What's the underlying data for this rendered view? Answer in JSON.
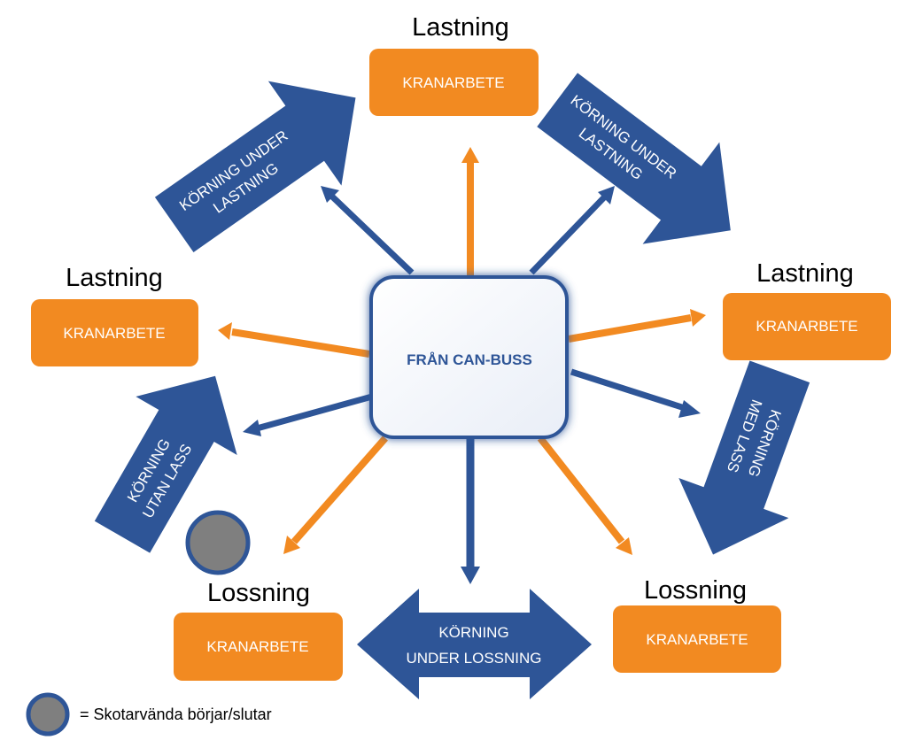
{
  "diagram": {
    "center_label": "FRÅN CAN-BUSS",
    "stations": [
      {
        "heading": "Lastning",
        "box": "KRANARBETE"
      },
      {
        "heading": "Lastning",
        "box": "KRANARBETE"
      },
      {
        "heading": "Lastning",
        "box": "KRANARBETE"
      },
      {
        "heading": "Lossning",
        "box": "KRANARBETE"
      },
      {
        "heading": "Lossning",
        "box": "KRANARBETE"
      }
    ],
    "flows": [
      {
        "lines": [
          "KÖRNING UNDER",
          "LASTNING"
        ]
      },
      {
        "lines": [
          "KÖRNING UNDER",
          "LASTNING"
        ]
      },
      {
        "lines": [
          "KÖRNING",
          "MED LASS"
        ]
      },
      {
        "lines": [
          "KÖRNING",
          "UNDER LOSSNING"
        ]
      },
      {
        "lines": [
          "KÖRNING",
          "UTAN LASS"
        ]
      }
    ]
  },
  "legend": {
    "label": "= Skotarvända börjar/slutar"
  },
  "colors": {
    "blue": "#2e5597",
    "orange": "#f28a21",
    "gray": "#7f7f7f"
  }
}
